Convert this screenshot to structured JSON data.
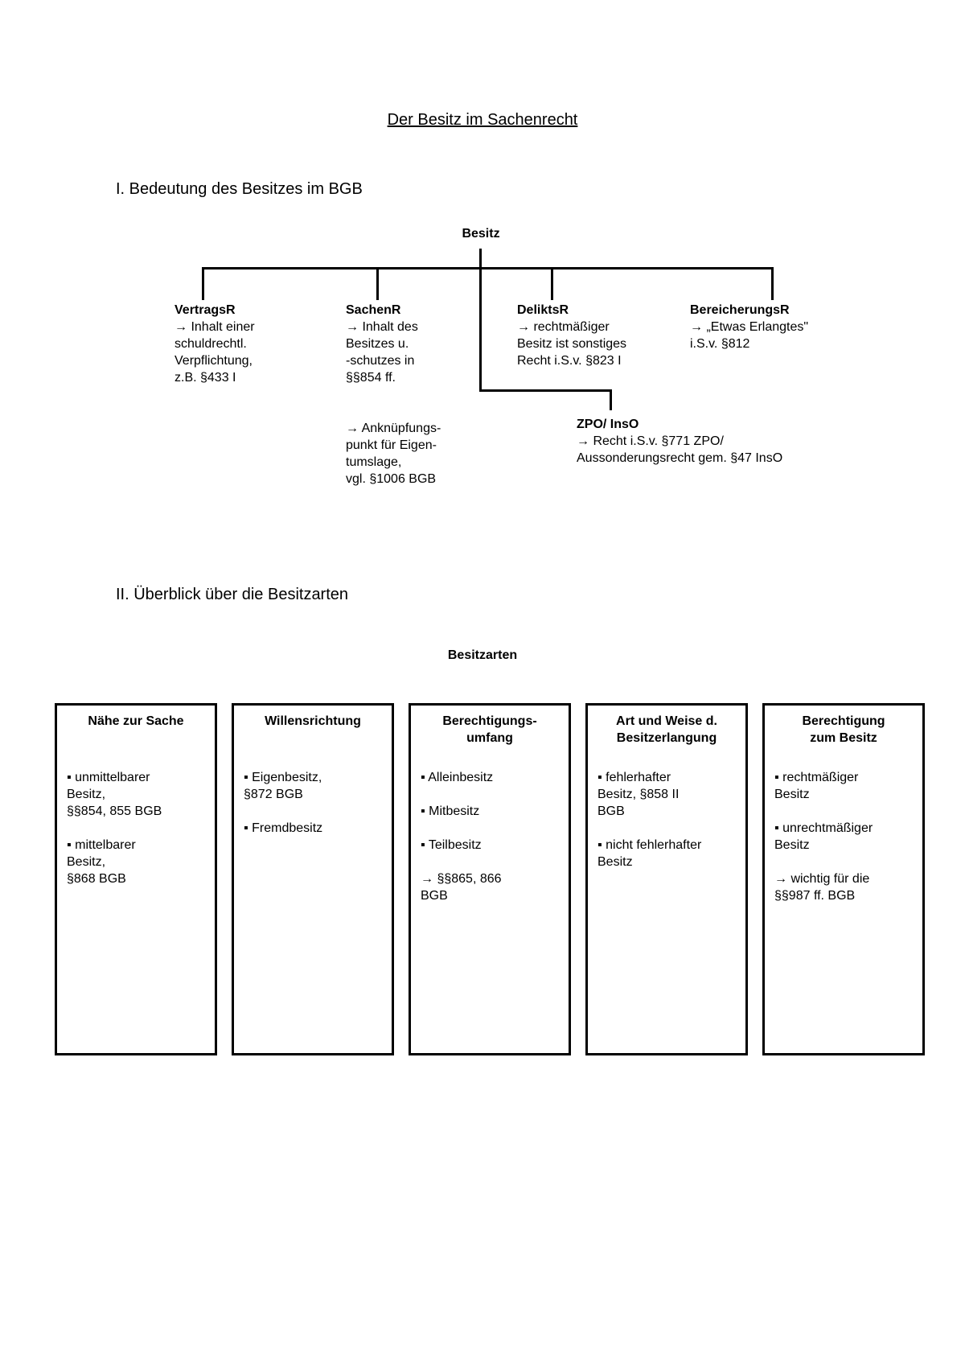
{
  "page": {
    "title": "Der Besitz im Sachenrecht",
    "section1_heading": "I. Bedeutung des Besitzes im BGB",
    "section2_heading": "II. Überblick über die Besitzarten"
  },
  "tree": {
    "root": "Besitz",
    "branches": [
      {
        "title": "VertragsR",
        "body": "→ Inhalt einer\nschuldrechtl.\nVerpflichtung,\nz.B. §433 I"
      },
      {
        "title": "SachenR",
        "body": "→ Inhalt des\nBesitzes u.\n-schutzes in\n§§854 ff.\n\n\n→ Anknüpfungs-\npunkt für Eigen-\ntumslage,\nvgl. §1006 BGB"
      },
      {
        "title": "DeliktsR",
        "body": "→ rechtmäßiger\nBesitz ist sonstiges\nRecht i.S.v. §823 I"
      },
      {
        "title": "BereicherungsR",
        "body": "→ „Etwas Erlangtes\"\ni.S.v. §812"
      },
      {
        "title": "ZPO/ InsO",
        "body": "→ Recht i.S.v. §771 ZPO/\nAussonderungsrecht gem. §47 InsO"
      }
    ]
  },
  "besitzarten": {
    "heading": "Besitzarten",
    "boxes": [
      {
        "title": "Nähe zur Sache",
        "body": "▪ unmittelbarer\nBesitz,\n§§854, 855 BGB\n\n▪ mittelbarer\nBesitz,\n§868 BGB"
      },
      {
        "title": "Willensrichtung",
        "body": "▪ Eigenbesitz,\n§872 BGB\n\n▪ Fremdbesitz"
      },
      {
        "title": "Berechtigungs-\numfang",
        "body": "▪ Alleinbesitz\n\n▪ Mitbesitz\n\n▪ Teilbesitz\n\n→ §§865, 866\nBGB"
      },
      {
        "title": "Art und Weise d.\nBesitzerlangung",
        "body": "▪ fehlerhafter\nBesitz, §858 II\nBGB\n\n▪ nicht fehlerhafter\nBesitz"
      },
      {
        "title": "Berechtigung\nzum Besitz",
        "body": "▪ rechtmäßiger\nBesitz\n\n▪ unrechtmäßiger\nBesitz\n\n→ wichtig für die\n§§987 ff. BGB"
      }
    ]
  }
}
